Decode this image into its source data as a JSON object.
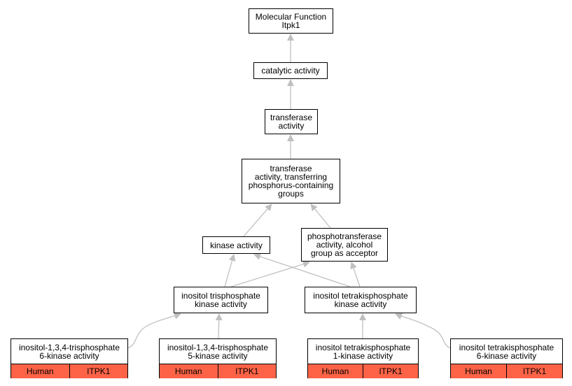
{
  "colors": {
    "edge": "#c0c0c0",
    "annotation": "#ff6347",
    "border": "#000000"
  },
  "nodes": {
    "root": "Molecular Function\nItpk1",
    "catalytic": "catalytic activity",
    "transferase": "transferase\nactivity",
    "phospho_groups": "transferase\nactivity, transferring\nphosphorus-containing\ngroups",
    "kinase": "kinase activity",
    "phosphotransferase_alcohol": "phosphotransferase\nactivity, alcohol\ngroup as acceptor",
    "ip3_kinase": "inositol trisphosphate\nkinase activity",
    "ip4_kinase": "inositol tetrakisphosphate\nkinase activity"
  },
  "leaves": [
    {
      "label": "inositol-1,3,4-trisphosphate\n6-kinase activity",
      "species": "Human",
      "gene": "ITPK1"
    },
    {
      "label": "inositol-1,3,4-trisphosphate\n5-kinase activity",
      "species": "Human",
      "gene": "ITPK1"
    },
    {
      "label": "inositol tetrakisphosphate\n1-kinase activity",
      "species": "Human",
      "gene": "ITPK1"
    },
    {
      "label": "inositol tetrakisphosphate\n6-kinase activity",
      "species": "Human",
      "gene": "ITPK1"
    }
  ]
}
